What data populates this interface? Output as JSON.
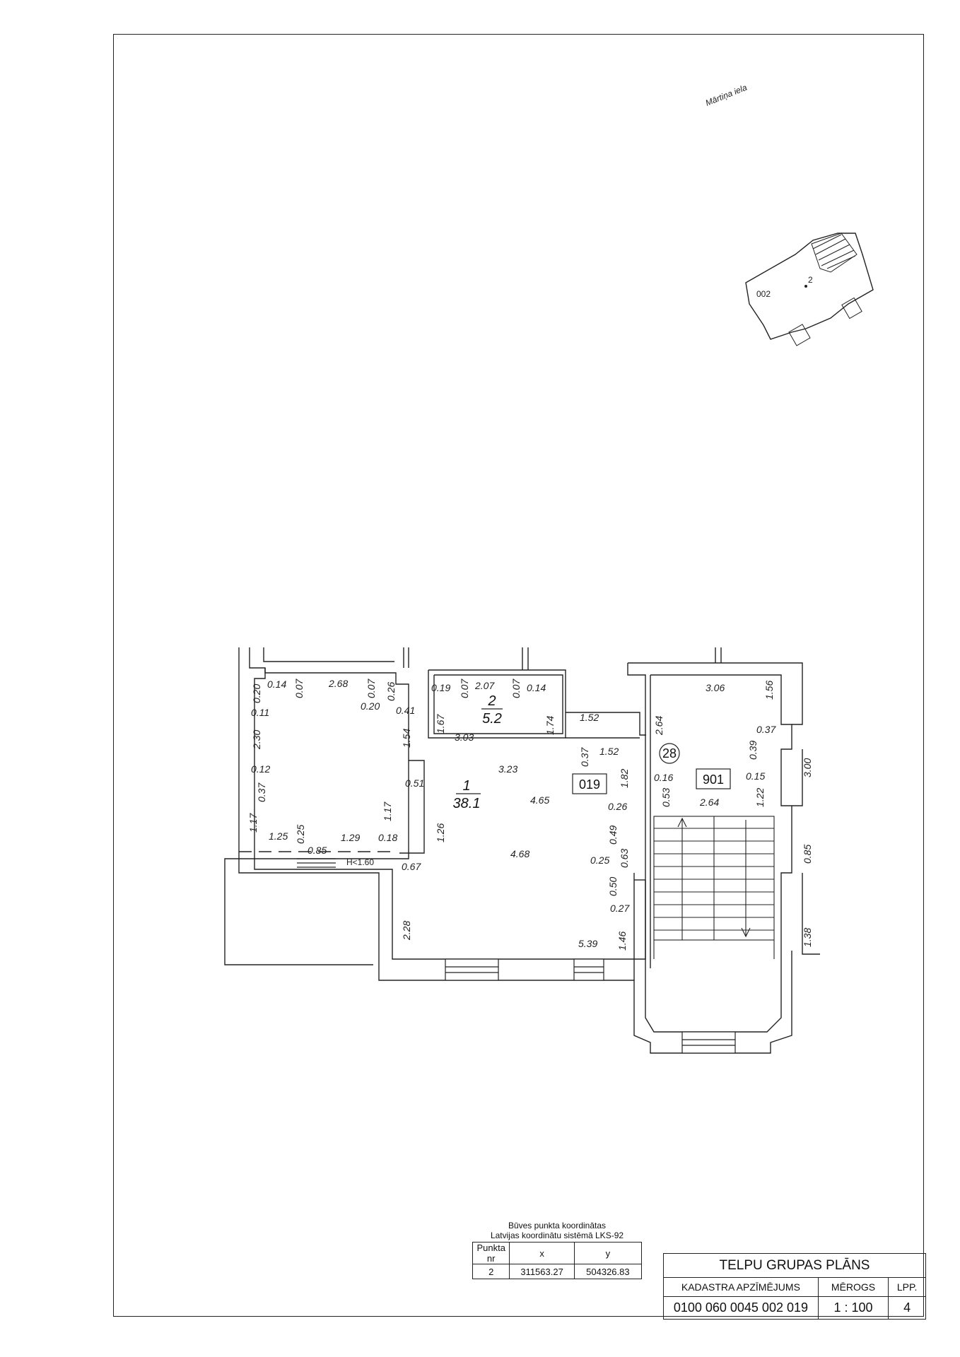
{
  "street_label": "Mārtiņa iela",
  "location_map": {
    "building_number": "002",
    "point_label": "2"
  },
  "rooms": [
    {
      "number": "1",
      "area": "38.1"
    },
    {
      "number": "2",
      "area": "5.2"
    }
  ],
  "group_codes": {
    "group": "019",
    "stair_group": "901",
    "staircase_number": "28"
  },
  "height_note": "H<1.60",
  "dimensions": {
    "room1_left": [
      "0.20",
      "0.14",
      "0.07",
      "2.68",
      "0.07",
      "0.26",
      "0.20",
      "0.41",
      "0.11",
      "2.30",
      "1.54",
      "0.12",
      "0.37",
      "1.17",
      "0.51",
      "1.17",
      "1.25",
      "0.25",
      "0.85",
      "1.29",
      "0.18",
      "1.26",
      "0.67"
    ],
    "room2": [
      "0.19",
      "0.07",
      "2.07",
      "0.07",
      "0.14",
      "1.67",
      "3.03",
      "1.74"
    ],
    "room1_main": [
      "1.52",
      "0.37",
      "1.52",
      "3.23",
      "4.65",
      "1.82",
      "0.26",
      "0.49",
      "4.68",
      "0.25",
      "0.63",
      "0.50",
      "0.27",
      "2.28",
      "5.39",
      "1.46"
    ],
    "stair": [
      "3.06",
      "1.56",
      "2.64",
      "0.37",
      "0.39",
      "0.16",
      "0.53",
      "0.15",
      "2.64",
      "1.22",
      "3.00",
      "0.85",
      "1.38"
    ]
  },
  "coordinates": {
    "title_line1": "Būves punkta koordinātas",
    "title_line2": "Latvijas koordinātu sistēmā LKS-92",
    "headers": [
      "Punkta nr",
      "x",
      "y"
    ],
    "rows": [
      [
        "2",
        "311563.27",
        "504326.83"
      ]
    ]
  },
  "title_block": {
    "title": "TELPU GRUPAS PLĀNS",
    "labels": [
      "KADASTRA APZĪMĒJUMS",
      "MĒROGS",
      "LPP."
    ],
    "values": [
      "0100 060 0045 002 019",
      "1 : 100",
      "4"
    ]
  }
}
